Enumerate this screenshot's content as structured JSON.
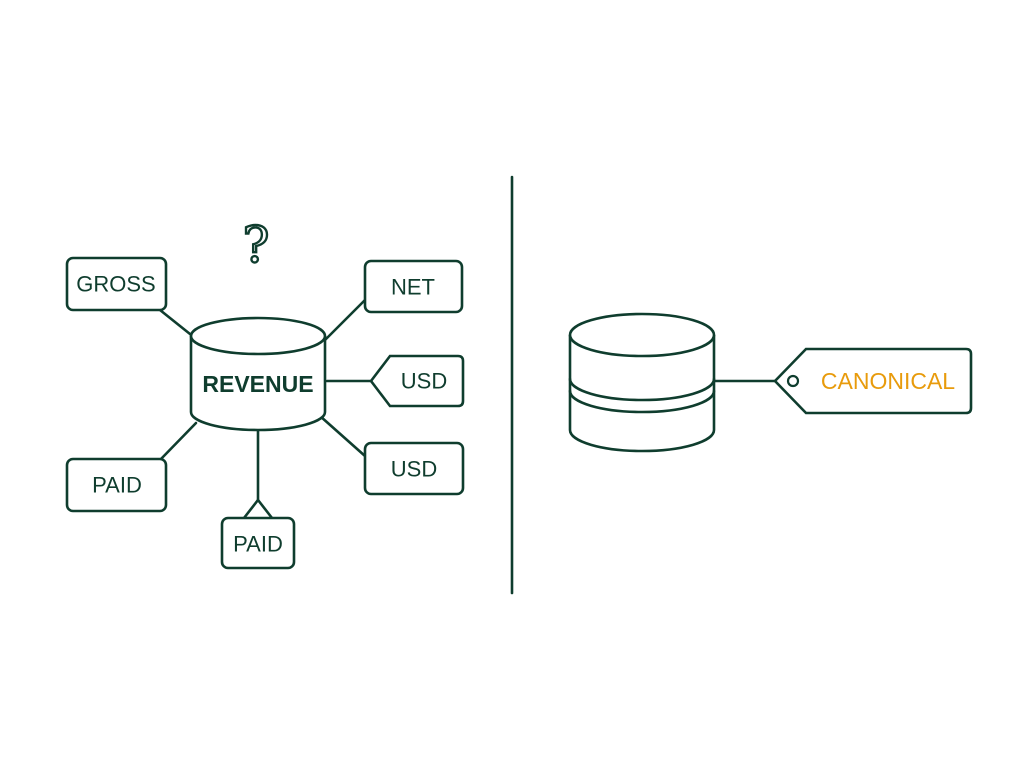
{
  "left": {
    "question_mark": "?",
    "center": {
      "label": "REVENUE"
    },
    "boxes": {
      "gross": "GROSS",
      "net": "NET",
      "usd_tag": "USD",
      "usd_box": "USD",
      "paid_left": "PAID",
      "paid_bottom": "PAID"
    }
  },
  "right": {
    "tag": {
      "label": "CANONICAL"
    }
  },
  "colors": {
    "ink": "#0f3d2e",
    "accent": "#e89b0c",
    "background": "#ffffff"
  }
}
